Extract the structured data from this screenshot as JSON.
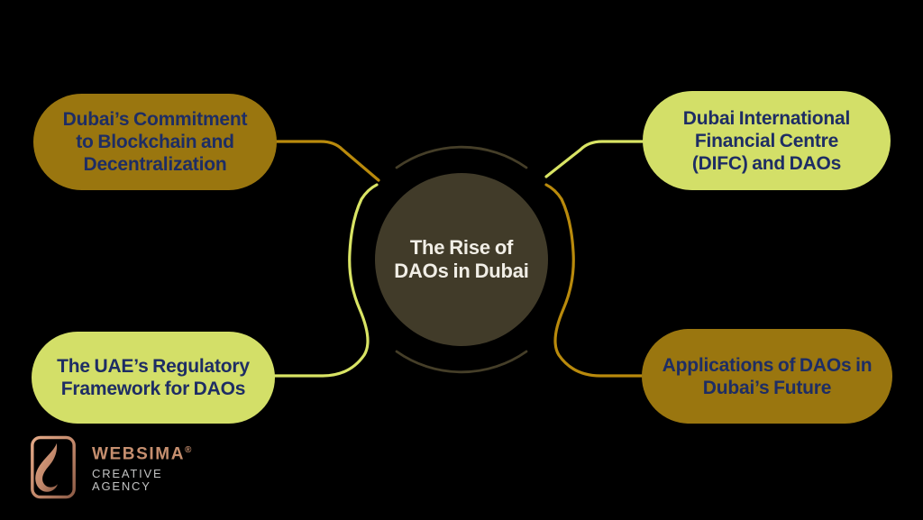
{
  "center": {
    "lines": [
      "The Rise of",
      "DAOs in Dubai"
    ]
  },
  "nodes": {
    "top_left": {
      "lines": [
        "Dubai’s Commitment",
        "to Blockchain and",
        "Decentralization"
      ],
      "variant": "gold"
    },
    "top_right": {
      "lines": [
        "Dubai International",
        "Financial Centre",
        "(DIFC) and DAOs"
      ],
      "variant": "green"
    },
    "bottom_left": {
      "lines": [
        "The UAE’s Regulatory",
        "Framework for DAOs"
      ],
      "variant": "green"
    },
    "bottom_right": {
      "lines": [
        "Applications of DAOs in",
        "Dubai’s Future"
      ],
      "variant": "gold"
    }
  },
  "logo": {
    "brand": "WEBSIMA",
    "registered_mark": "®",
    "tagline": [
      "CREATIVE",
      "AGENCY"
    ],
    "mark_icon": "swoosh-icon"
  },
  "colors": {
    "bg": "#000000",
    "gold": "#9A760F",
    "green": "#D3DF68",
    "navy": "#1E2D64",
    "line_gold": "#B98A0C",
    "line_green": "#D9E464",
    "ring": "#453E28",
    "circle_fill": "#413B29",
    "circle_text": "#F1EEE6",
    "copper": "#C68F6F",
    "gray_text": "#C2C3C3"
  }
}
